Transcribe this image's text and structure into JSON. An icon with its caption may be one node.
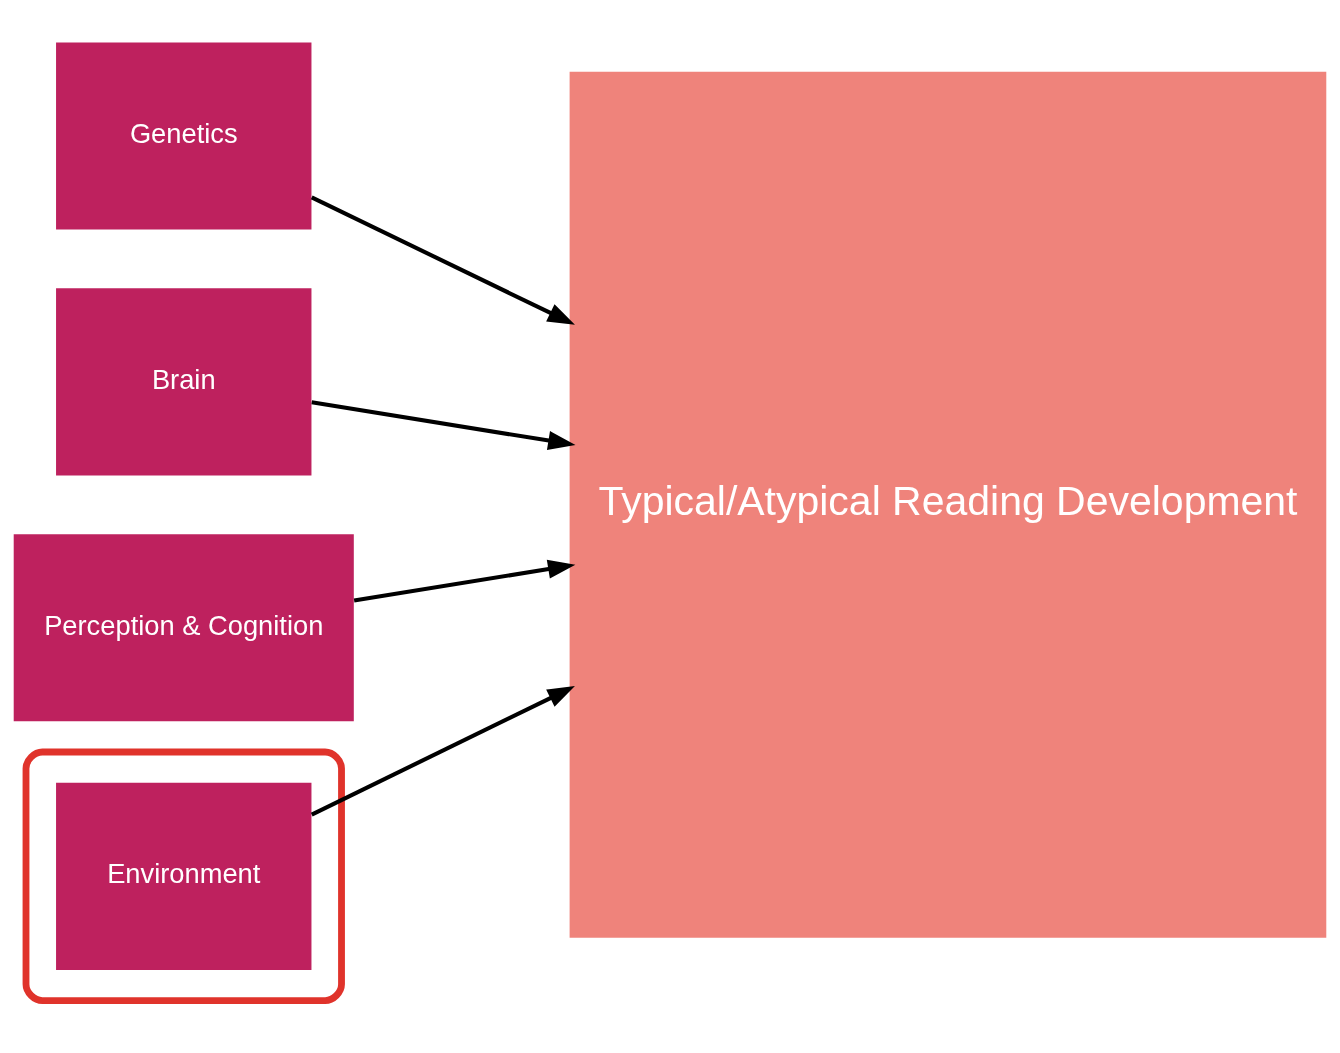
{
  "diagram": {
    "nodes": [
      {
        "text": [
          "Genetics"
        ]
      },
      {
        "text": [
          "Brain"
        ]
      },
      {
        "text": [
          "Perception & Cognition"
        ]
      },
      {
        "text": [],
        "shape": "ellipse"
      },
      {
        "text": [
          "Environment"
        ],
        "in": 3
      },
      {
        "text": [
          "Typical/Atypical Reading Development"
        ]
      }
    ],
    "edges": [
      {
        "from": 0,
        "to": 5,
        "arrow": "to"
      },
      {
        "from": 1,
        "to": 5,
        "arrow": "to"
      },
      {
        "from": 2,
        "to": 5,
        "arrow": "to"
      },
      {
        "from": 4,
        "to": 5,
        "arrow": "to"
      }
    ]
  }
}
